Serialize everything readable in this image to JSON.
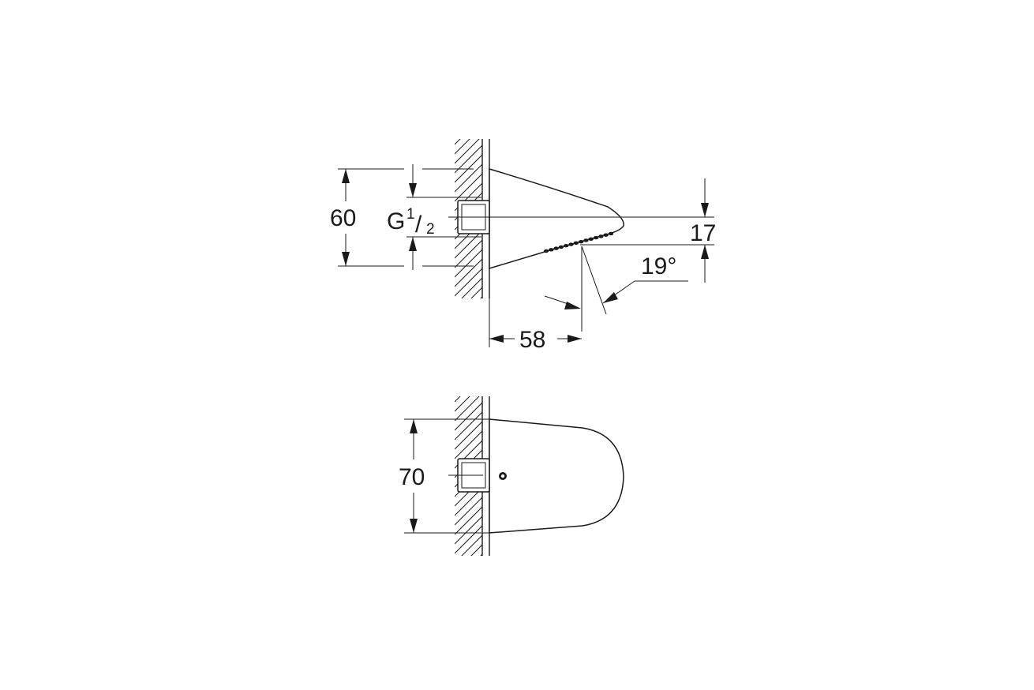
{
  "side_view": {
    "height_label": "60",
    "thread_prefix": "G",
    "thread_numerator": "1",
    "thread_slash": "/",
    "thread_denominator": "2",
    "nozzle_height_label": "17",
    "angle_label": "19°",
    "projection_label": "58"
  },
  "top_view": {
    "width_label": "70"
  }
}
